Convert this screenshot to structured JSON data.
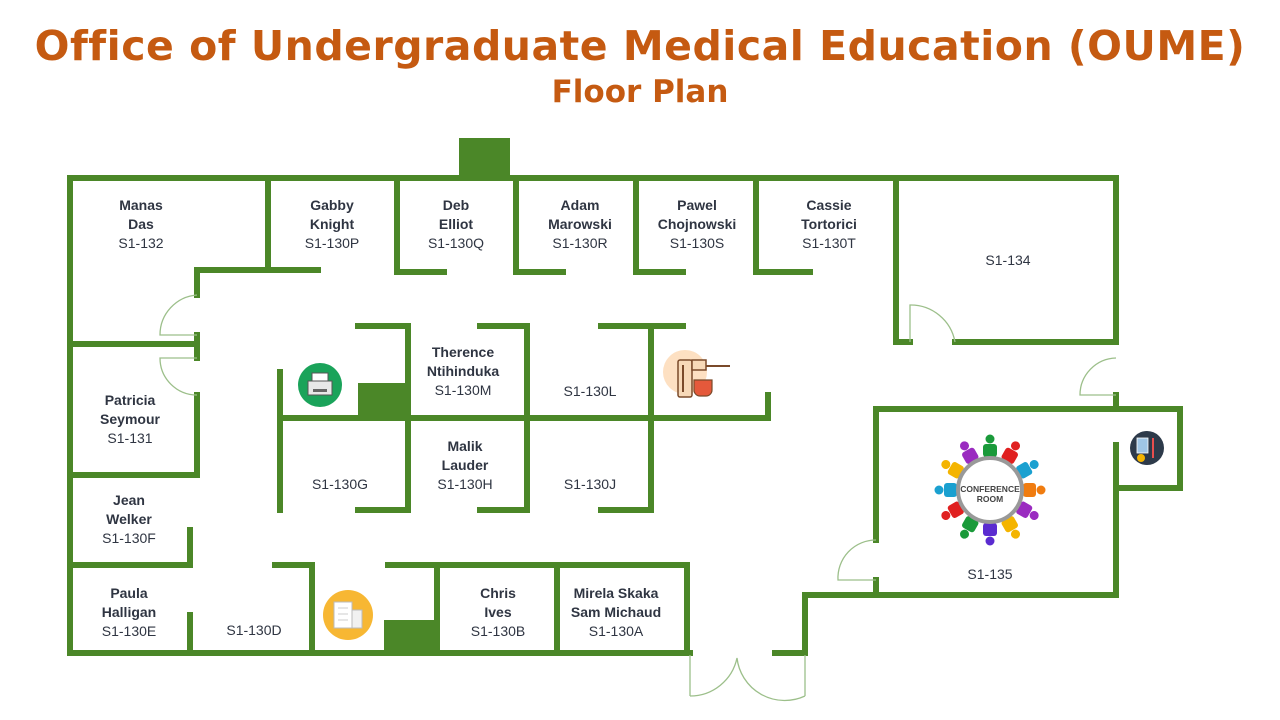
{
  "title": "Office of Undergraduate Medical Education (OUME)",
  "subtitle": "Floor Plan",
  "colors": {
    "title": "#c55a11",
    "walls": "#4b8728",
    "doors": "#9cbf8a"
  },
  "rooms": {
    "s1_132": {
      "name1": "Manas",
      "name2": "Das",
      "number": "S1-132"
    },
    "s1_130p": {
      "name1": "Gabby",
      "name2": "Knight",
      "number": "S1-130P"
    },
    "s1_130q": {
      "name1": "Deb",
      "name2": "Elliot",
      "number": "S1-130Q"
    },
    "s1_130r": {
      "name1": "Adam",
      "name2": "Marowski",
      "number": "S1-130R"
    },
    "s1_130s": {
      "name1": "Pawel",
      "name2": "Chojnowski",
      "number": "S1-130S"
    },
    "s1_130t": {
      "name1": "Cassie",
      "name2": "Tortorici",
      "number": "S1-130T"
    },
    "s1_134": {
      "number": "S1-134"
    },
    "s1_131": {
      "name1": "Patricia",
      "name2": "Seymour",
      "number": "S1-131"
    },
    "s1_130m": {
      "name1": "Therence",
      "name2": "Ntihinduka",
      "number": "S1-130M"
    },
    "s1_130l": {
      "number": "S1-130L"
    },
    "s1_130g": {
      "number": "S1-130G"
    },
    "s1_130h": {
      "name1": "Malik",
      "name2": "Lauder",
      "number": "S1-130H"
    },
    "s1_130j": {
      "number": "S1-130J"
    },
    "s1_130f": {
      "name1": "Jean",
      "name2": "Welker",
      "number": "S1-130F"
    },
    "s1_130e": {
      "name1": "Paula",
      "name2": "Halligan",
      "number": "S1-130E"
    },
    "s1_130d": {
      "number": "S1-130D"
    },
    "s1_130b": {
      "name1": "Chris",
      "name2": "Ives",
      "number": "S1-130B"
    },
    "s1_130a": {
      "name1": "Mirela Skaka",
      "name2": "Sam Michaud",
      "number": "S1-130A"
    },
    "s1_135": {
      "number": "S1-135",
      "label1": "CONFERENCE",
      "label2": "ROOM"
    }
  },
  "icons": [
    "printer-icon",
    "coffee-maker-icon",
    "copier-icon",
    "supplies-icon",
    "conference-people-icon"
  ]
}
